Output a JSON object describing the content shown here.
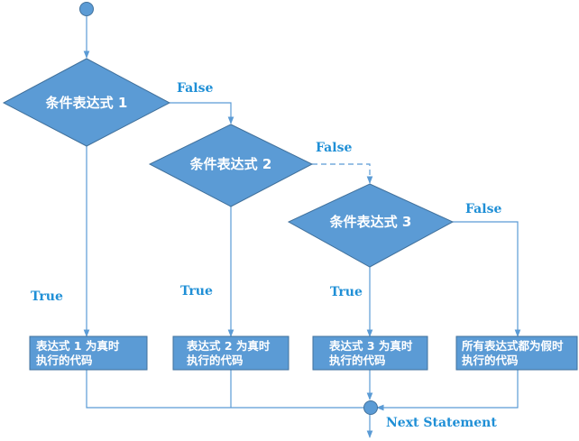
{
  "diagram": {
    "conditions": [
      {
        "label": "条件表达式 1"
      },
      {
        "label": "条件表达式 2"
      },
      {
        "label": "条件表达式 3"
      }
    ],
    "actions": [
      {
        "line1": "表达式 1 为真时",
        "line2": "执行的代码"
      },
      {
        "line1": "表达式 2 为真时",
        "line2": "执行的代码"
      },
      {
        "line1": "表达式 3 为真时",
        "line2": "执行的代码"
      },
      {
        "line1": "所有表达式都为假时",
        "line2": "执行的代码"
      }
    ],
    "true_labels": [
      "True",
      "True",
      "True"
    ],
    "false_labels": [
      "False",
      "False",
      "False"
    ],
    "end_label": "Next Statement",
    "colors": {
      "shape_fill": "#5b9bd5",
      "shape_stroke": "#41719c",
      "line": "#5b9bd5",
      "label_text": "#1f8fd6",
      "shape_text": "#ffffff"
    }
  }
}
